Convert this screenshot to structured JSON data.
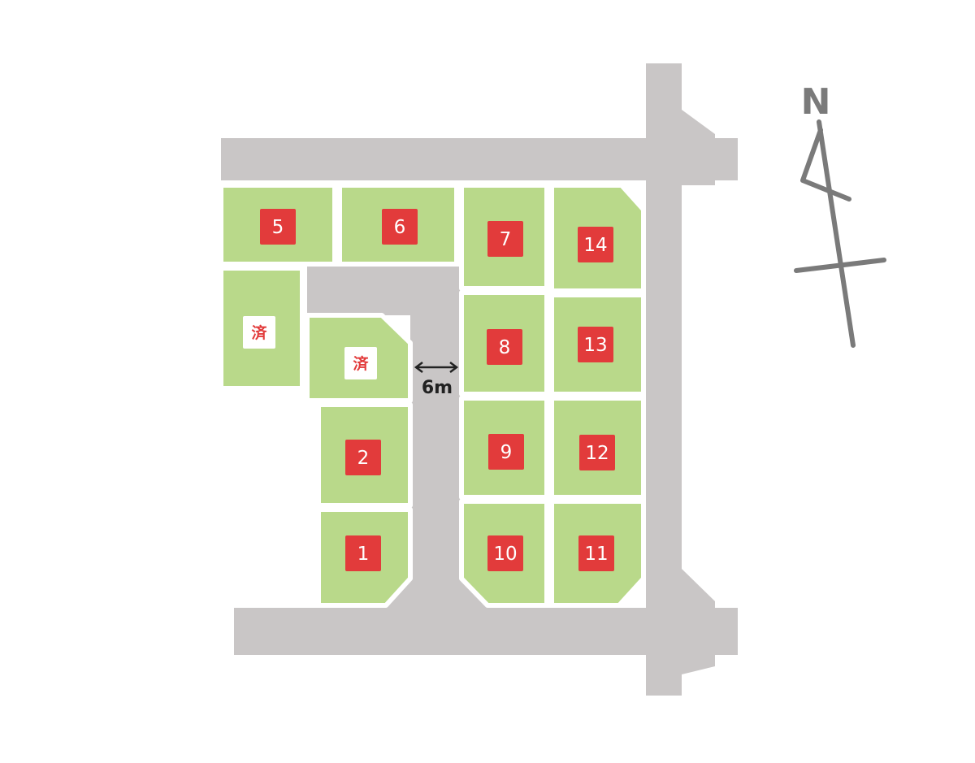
{
  "lots": [
    {
      "id": "lot-5",
      "label": "5",
      "sold": false
    },
    {
      "id": "lot-6",
      "label": "6",
      "sold": false
    },
    {
      "id": "lot-7",
      "label": "7",
      "sold": false
    },
    {
      "id": "lot-14",
      "label": "14",
      "sold": false
    },
    {
      "id": "lot-3",
      "label": "済",
      "sold": true
    },
    {
      "id": "lot-4",
      "label": "済",
      "sold": true
    },
    {
      "id": "lot-8",
      "label": "8",
      "sold": false
    },
    {
      "id": "lot-13",
      "label": "13",
      "sold": false
    },
    {
      "id": "lot-2",
      "label": "2",
      "sold": false
    },
    {
      "id": "lot-9",
      "label": "9",
      "sold": false
    },
    {
      "id": "lot-12",
      "label": "12",
      "sold": false
    },
    {
      "id": "lot-1",
      "label": "1",
      "sold": false
    },
    {
      "id": "lot-10",
      "label": "10",
      "sold": false
    },
    {
      "id": "lot-11",
      "label": "11",
      "sold": false
    }
  ],
  "road_width_label": "6m",
  "compass": {
    "north_label": "N"
  },
  "colors": {
    "lot": "#b9d98a",
    "road": "#c9c6c6",
    "badge": "#e23b3b",
    "sold_text": "#e23b3b",
    "compass": "#7a7a7a"
  }
}
